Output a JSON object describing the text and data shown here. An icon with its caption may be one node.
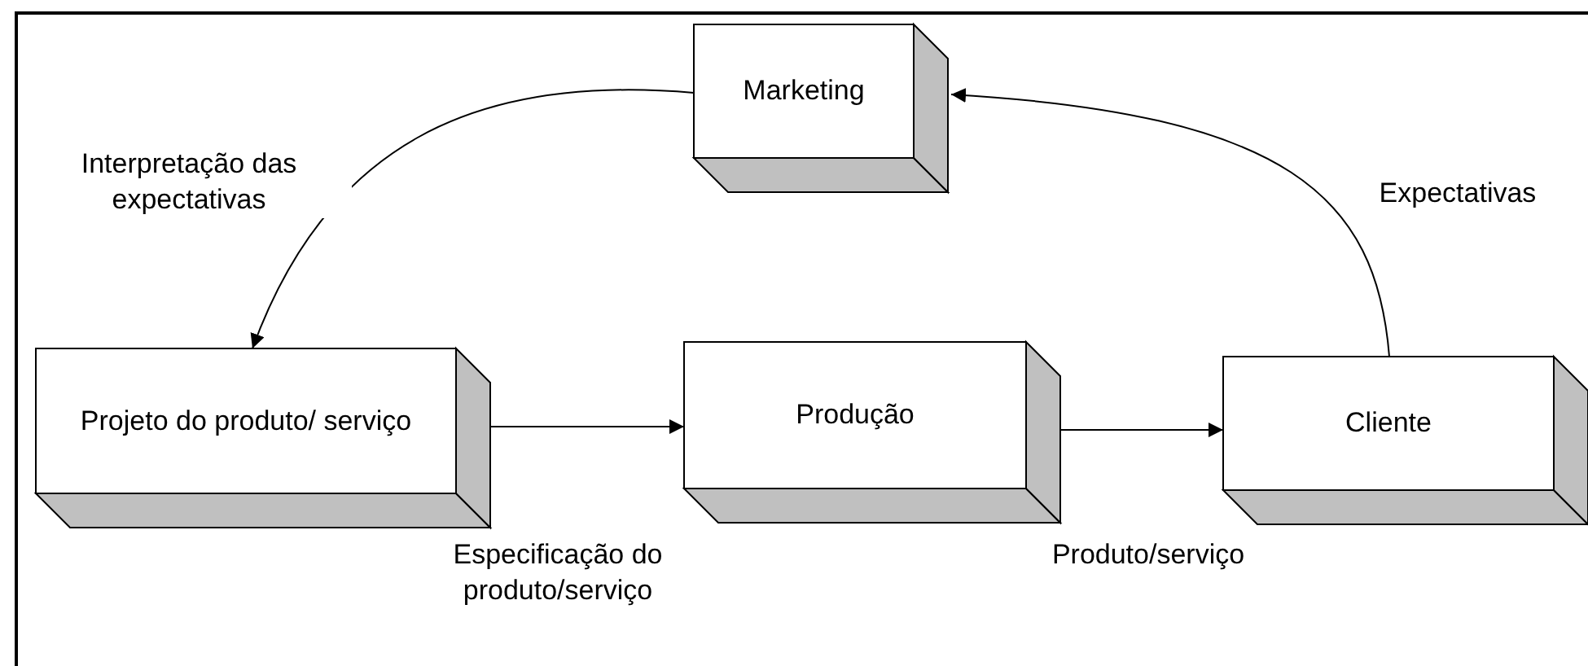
{
  "diagram": {
    "nodes": [
      {
        "text": [
          "Marketing"
        ]
      },
      {
        "text": [
          "Projeto do produto/ serviço"
        ]
      },
      {
        "text": [
          "Produção"
        ]
      },
      {
        "text": [
          "Cliente"
        ]
      }
    ],
    "edges": [
      {
        "from": 0,
        "to": 1,
        "arrow": "to",
        "label": "Interpretação das expectativas"
      },
      {
        "from": 1,
        "to": 2,
        "arrow": "to",
        "label": "Especificação do produto/serviço"
      },
      {
        "from": 2,
        "to": 3,
        "arrow": "to",
        "label": "Produto/serviço"
      },
      {
        "from": 3,
        "to": 0,
        "arrow": "to",
        "label": "Expectativas"
      }
    ]
  }
}
